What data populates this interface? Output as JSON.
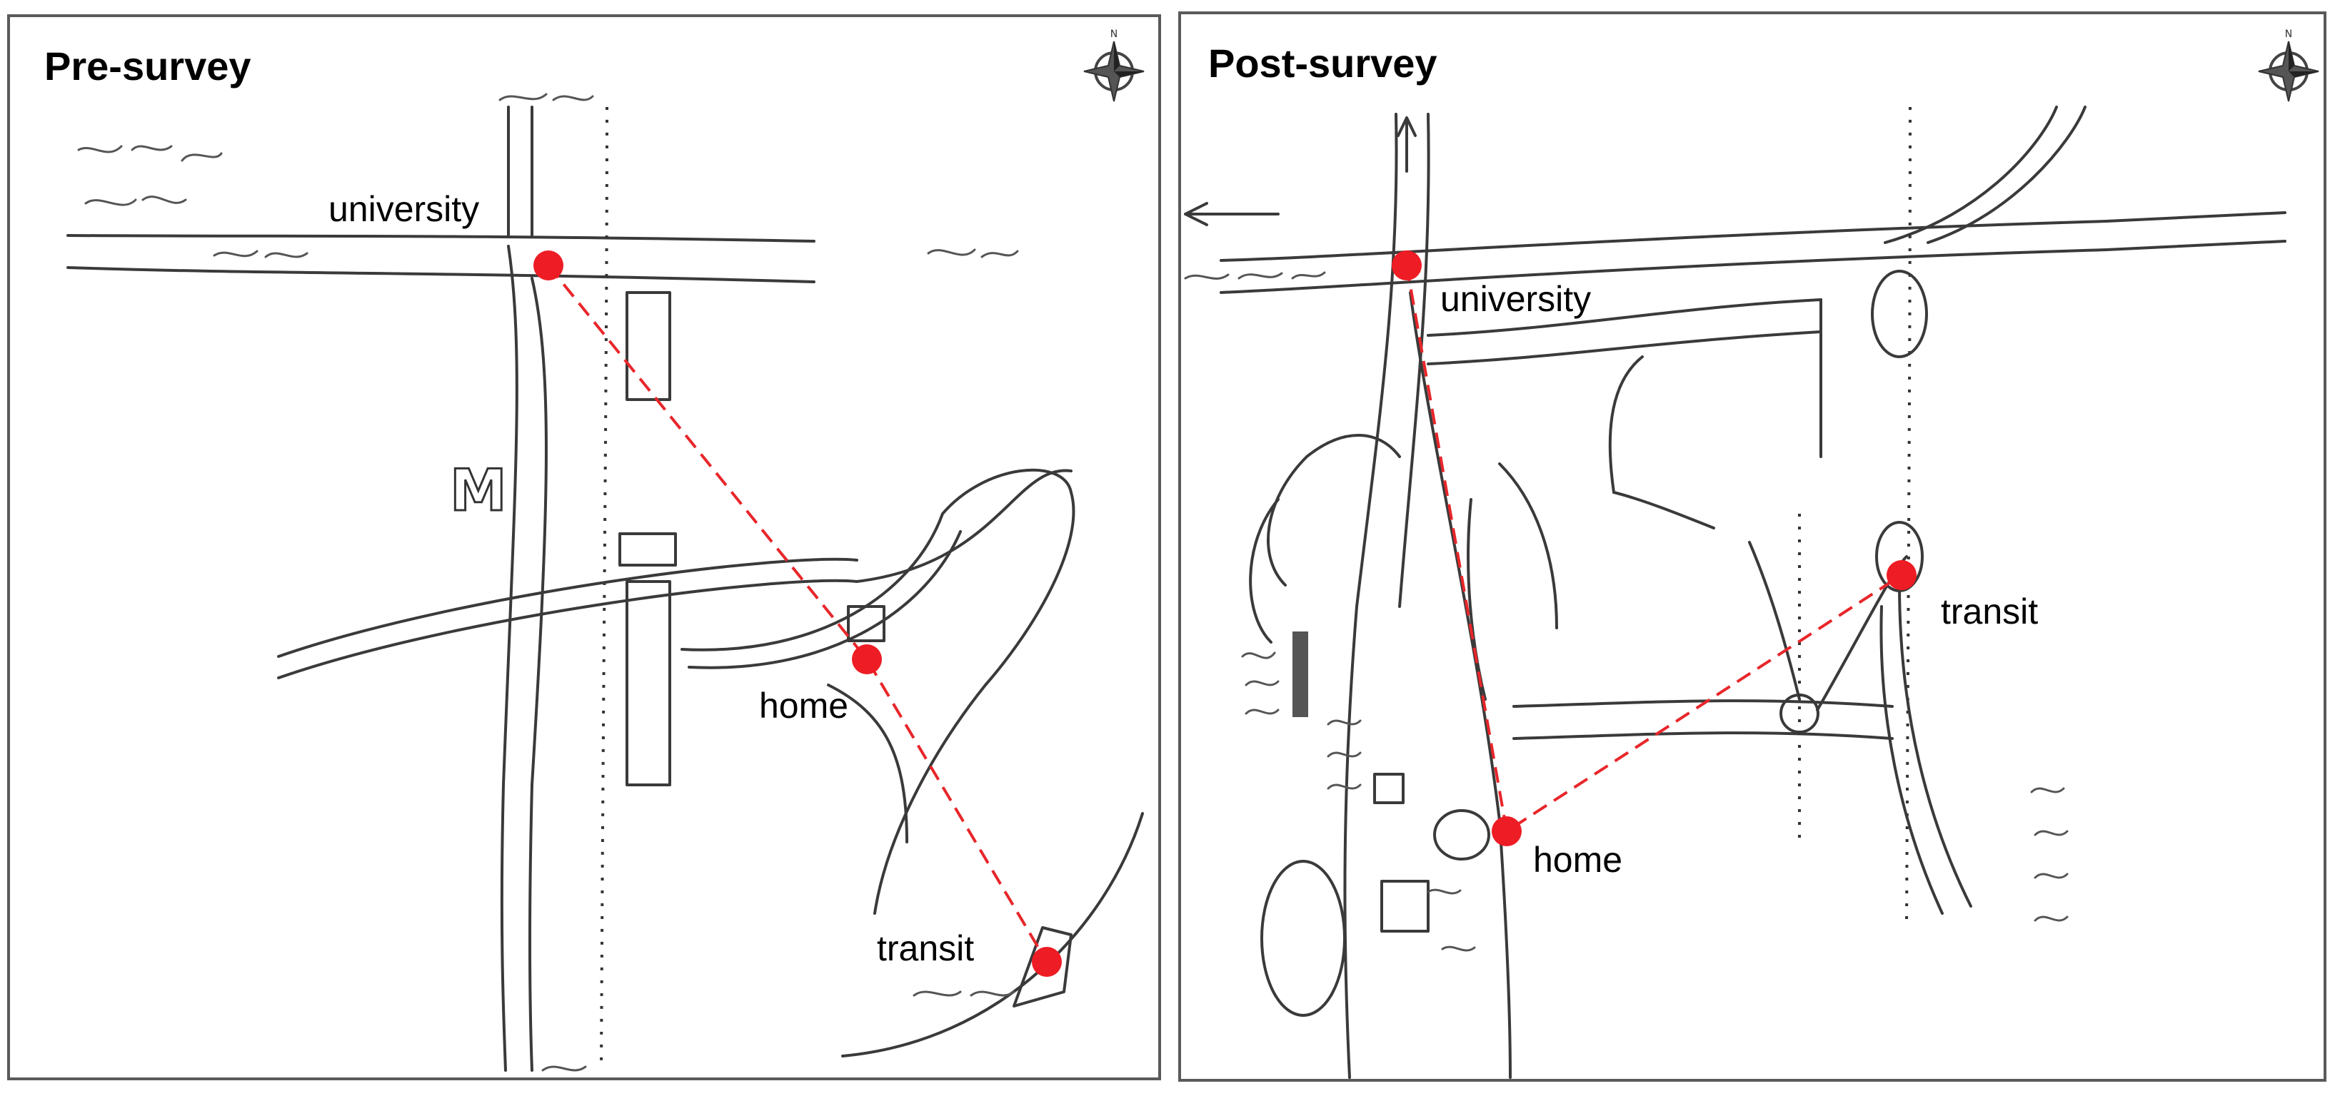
{
  "panels": [
    {
      "title": "Pre-survey",
      "nodes": {
        "university": "university",
        "home": "home",
        "transit": "transit"
      }
    },
    {
      "title": "Post-survey",
      "nodes": {
        "university": "university",
        "home": "home",
        "transit": "transit"
      }
    }
  ],
  "colors": {
    "marker": "#ee1c24",
    "connector": "#e8262a",
    "sketch": "#3a3a3a"
  },
  "icons": [
    "compass-rose-icon"
  ]
}
